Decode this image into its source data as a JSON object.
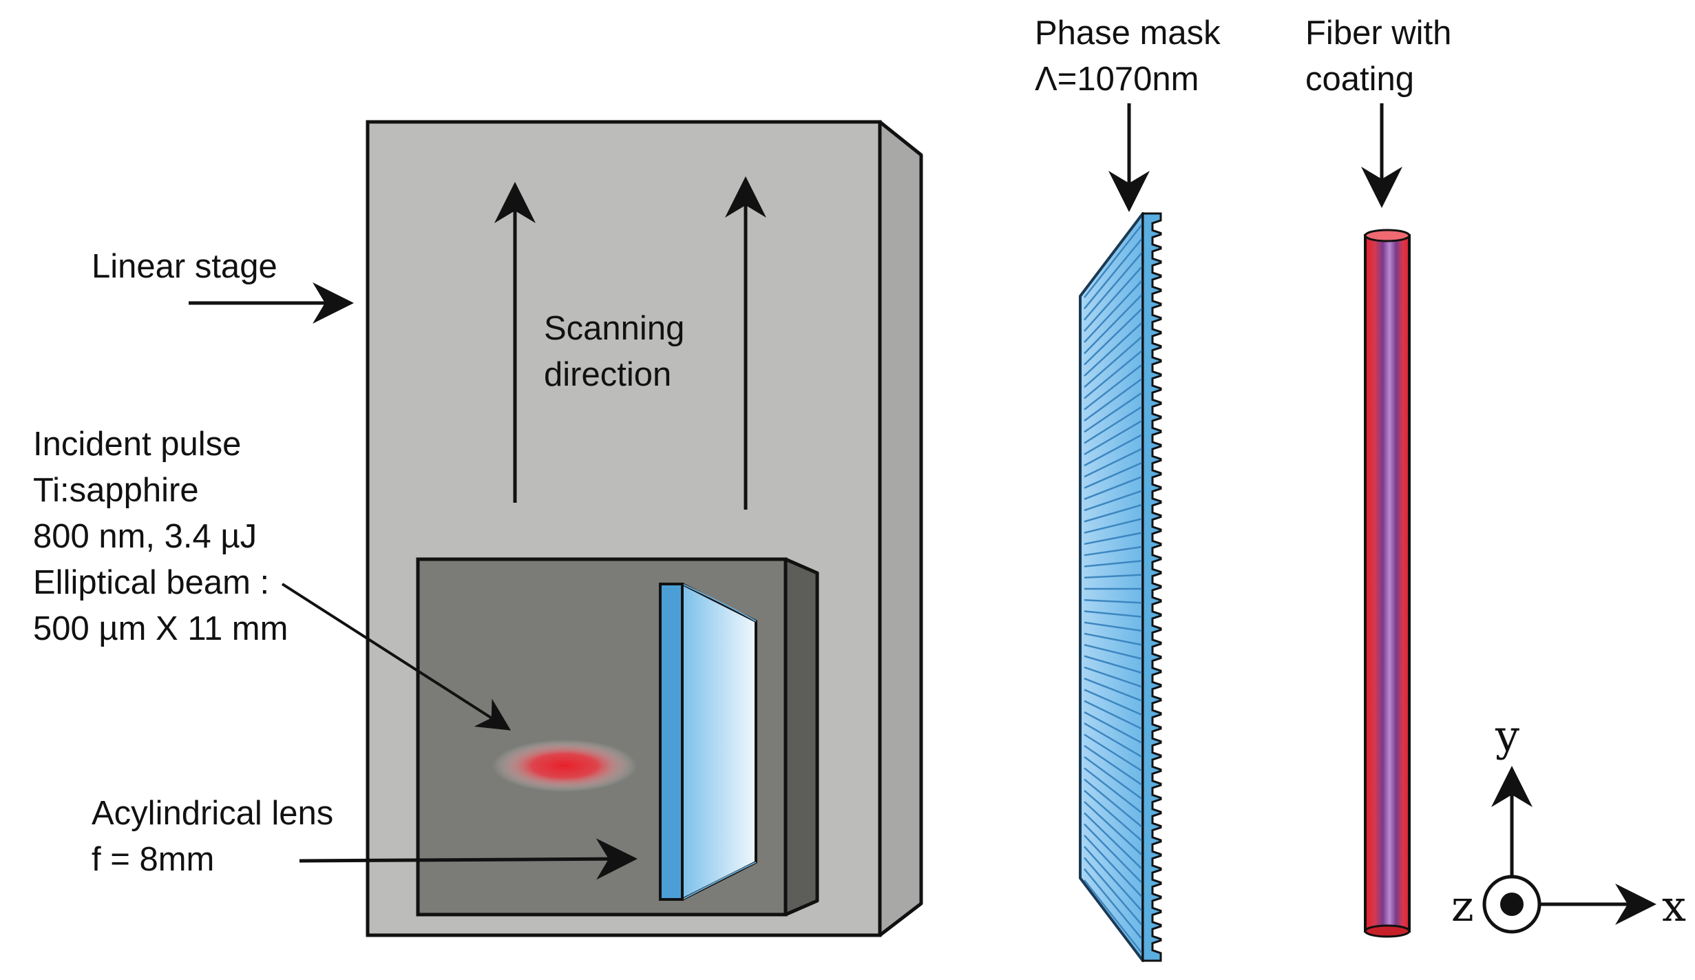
{
  "labels": {
    "linear_stage": "Linear stage",
    "scanning_direction": [
      "Scanning",
      "direction"
    ],
    "incident_pulse": [
      "Incident pulse",
      "Ti:sapphire",
      "800 nm, 3.4  µJ",
      "Elliptical beam :",
      "500 µm X 11 mm"
    ],
    "lens": [
      "Acylindrical lens",
      "f = 8mm"
    ],
    "phase_mask": [
      "Phase mask",
      "Λ=1070nm"
    ],
    "fiber": [
      "Fiber with",
      "coating"
    ]
  },
  "axes": {
    "y": "y",
    "z": "z",
    "x": "x"
  },
  "colors": {
    "stage": "#bcbcba",
    "carriage": "#7b7c77",
    "lens": "#5aaee0",
    "beam": "#e8202a",
    "phase_mask": "#8fcaf0",
    "fiber_coating": "#e6202c",
    "fiber_core": "#7a3a8c"
  },
  "icons": [
    "arrow-icon",
    "beam-spot-icon",
    "coordinate-axes-icon"
  ]
}
